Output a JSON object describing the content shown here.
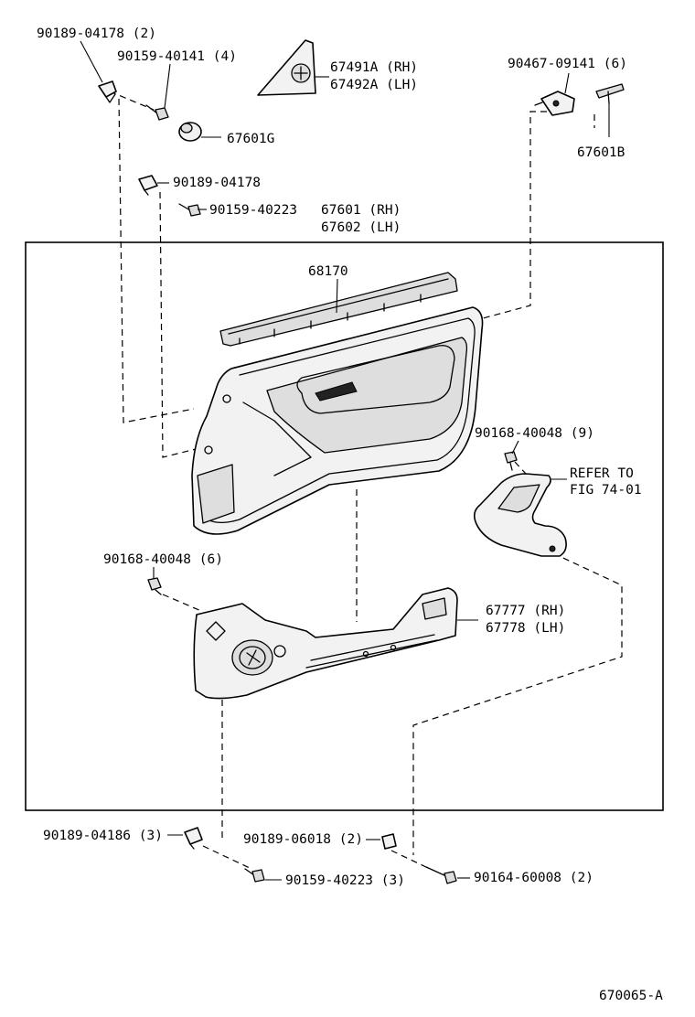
{
  "labels": {
    "clip_top": "90189-04178 (2)",
    "screw_top": "90159-40141 (4)",
    "mirror_cover": "67491A (RH)\n67492A (LH)",
    "mirror_cover_rh": "67491A (RH)",
    "mirror_cover_lh": "67492A (LH)",
    "cap_g": "67601G",
    "screw_clip_tr": "90467-09141 (6)",
    "bracket_b": "67601B",
    "clip_mid": "90189-04178",
    "screw_mid": "90159-40223",
    "panel_rh": "67601 (RH)",
    "panel_lh": "67602 (LH)",
    "weatherstrip": "68170",
    "screw_handle": "90168-40048 (9)",
    "refer_line1": "REFER TO",
    "refer_line2": "FIG 74-01",
    "screw_lower": "90168-40048 (6)",
    "lower_rh": "67777 (RH)",
    "lower_lh": "67778 (LH)",
    "clip_bottom": "90189-04186 (3)",
    "clip_bottom2": "90189-06018 (2)",
    "screw_bottom": "90159-40223 (3)",
    "screw_bottom2": "90164-60008 (2)",
    "figure_code": "670065-A"
  }
}
